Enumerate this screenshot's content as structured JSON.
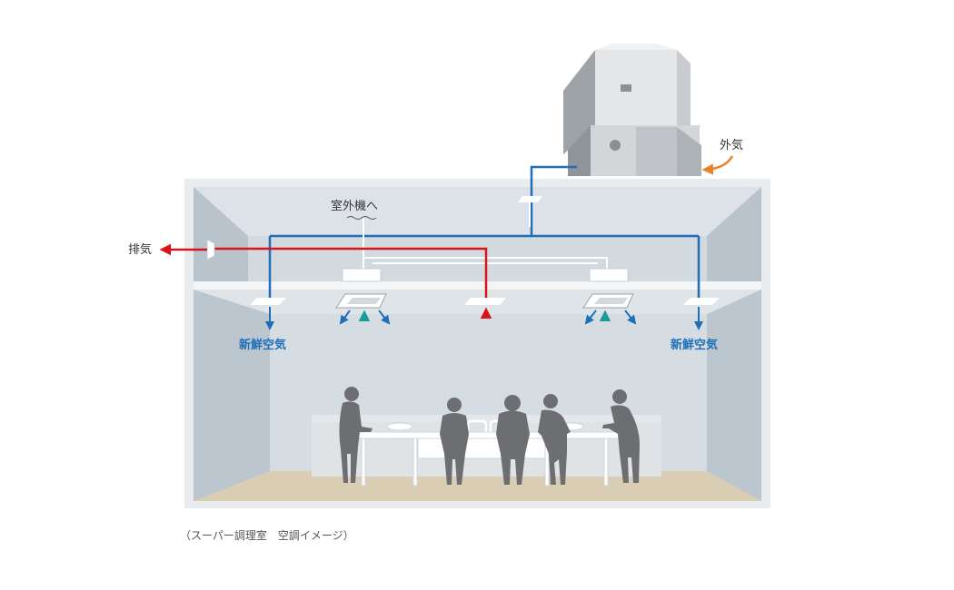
{
  "labels": {
    "outdoor_air": "外気",
    "exhaust": "排気",
    "to_outdoor_unit": "室外機へ",
    "fresh_air_left": "新鮮空気",
    "fresh_air_right": "新鮮空気",
    "caption": "（スーパー調理室　空調イメージ）"
  },
  "colors": {
    "supply_blue": "#1f6fb8",
    "exhaust_red": "#d7141a",
    "return_teal": "#1b9a9a",
    "outdoor_orange": "#e8832a",
    "silhouette": "#6d6e71"
  },
  "icons": [
    "outdoor-air-conditioner-unit-icon",
    "ceiling-cassette-ac-icon",
    "ceiling-diffuser-icon",
    "person-silhouette-icon",
    "work-table-icon"
  ]
}
